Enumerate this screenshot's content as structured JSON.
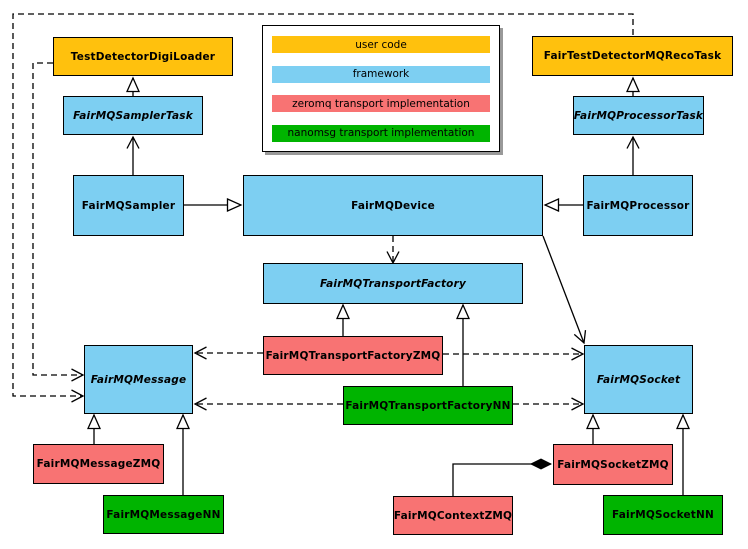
{
  "colors": {
    "user_code": "#FFC10D",
    "framework": "#7DCFF2",
    "zeromq": "#F87373",
    "nanomsg": "#00B400",
    "line": "#000000",
    "legend_shadow": "#999999"
  },
  "legend": {
    "items": [
      {
        "label": "user code",
        "category": "user_code"
      },
      {
        "label": "framework",
        "category": "framework"
      },
      {
        "label": "zeromq transport implementation",
        "category": "zeromq"
      },
      {
        "label": "nanomsg transport implementation",
        "category": "nanomsg"
      }
    ]
  },
  "nodes": {
    "testDetectorDigiLoader": {
      "label": "TestDetectorDigiLoader",
      "category": "user_code",
      "abstract": false
    },
    "fairTestDetectorMQRecoTask": {
      "label": "FairTestDetectorMQRecoTask",
      "category": "user_code",
      "abstract": false
    },
    "fairMQSamplerTask": {
      "label": "FairMQSamplerTask",
      "category": "framework",
      "abstract": true
    },
    "fairMQProcessorTask": {
      "label": "FairMQProcessorTask",
      "category": "framework",
      "abstract": true
    },
    "fairMQSampler": {
      "label": "FairMQSampler",
      "category": "framework",
      "abstract": false
    },
    "fairMQDevice": {
      "label": "FairMQDevice",
      "category": "framework",
      "abstract": false
    },
    "fairMQProcessor": {
      "label": "FairMQProcessor",
      "category": "framework",
      "abstract": false
    },
    "fairMQTransportFactory": {
      "label": "FairMQTransportFactory",
      "category": "framework",
      "abstract": true
    },
    "fairMQTransportFactoryZMQ": {
      "label": "FairMQTransportFactoryZMQ",
      "category": "zeromq",
      "abstract": false
    },
    "fairMQTransportFactoryNN": {
      "label": "FairMQTransportFactoryNN",
      "category": "nanomsg",
      "abstract": false
    },
    "fairMQMessage": {
      "label": "FairMQMessage",
      "category": "framework",
      "abstract": true
    },
    "fairMQMessageZMQ": {
      "label": "FairMQMessageZMQ",
      "category": "zeromq",
      "abstract": false
    },
    "fairMQMessageNN": {
      "label": "FairMQMessageNN",
      "category": "nanomsg",
      "abstract": false
    },
    "fairMQSocket": {
      "label": "FairMQSocket",
      "category": "framework",
      "abstract": true
    },
    "fairMQSocketZMQ": {
      "label": "FairMQSocketZMQ",
      "category": "zeromq",
      "abstract": false
    },
    "fairMQSocketNN": {
      "label": "FairMQSocketNN",
      "category": "nanomsg",
      "abstract": false
    },
    "fairMQContextZMQ": {
      "label": "FairMQContextZMQ",
      "category": "zeromq",
      "abstract": false
    }
  },
  "edges": [
    {
      "from": "FairMQSamplerTask",
      "to": "TestDetectorDigiLoader",
      "relation": "inheritance-hollow-triangle",
      "line": "solid"
    },
    {
      "from": "FairMQSampler",
      "to": "FairMQSamplerTask",
      "relation": "open-arrow",
      "line": "solid"
    },
    {
      "from": "FairMQSampler",
      "to": "FairMQDevice",
      "relation": "inheritance-hollow-triangle",
      "line": "solid"
    },
    {
      "from": "FairMQProcessor",
      "to": "FairMQDevice",
      "relation": "inheritance-hollow-triangle",
      "line": "solid"
    },
    {
      "from": "FairMQProcessorTask",
      "to": "FairTestDetectorMQRecoTask",
      "relation": "inheritance-hollow-triangle",
      "line": "solid"
    },
    {
      "from": "FairMQProcessor",
      "to": "FairMQProcessorTask",
      "relation": "open-arrow",
      "line": "solid"
    },
    {
      "from": "FairMQDevice",
      "to": "FairMQTransportFactory",
      "relation": "open-arrow",
      "line": "dashed"
    },
    {
      "from": "FairMQTransportFactoryZMQ",
      "to": "FairMQTransportFactory",
      "relation": "inheritance-hollow-triangle",
      "line": "solid"
    },
    {
      "from": "FairMQTransportFactoryNN",
      "to": "FairMQTransportFactory",
      "relation": "inheritance-hollow-triangle",
      "line": "solid"
    },
    {
      "from": "FairMQDevice",
      "to": "FairMQSocket",
      "relation": "open-arrow",
      "line": "solid"
    },
    {
      "from": "FairMQTransportFactoryZMQ",
      "to": "FairMQMessage",
      "relation": "open-arrow",
      "line": "dashed"
    },
    {
      "from": "FairMQTransportFactoryZMQ",
      "to": "FairMQSocket",
      "relation": "open-arrow",
      "line": "dashed"
    },
    {
      "from": "FairMQTransportFactoryNN",
      "to": "FairMQMessage",
      "relation": "open-arrow",
      "line": "dashed"
    },
    {
      "from": "FairMQTransportFactoryNN",
      "to": "FairMQSocket",
      "relation": "open-arrow",
      "line": "dashed"
    },
    {
      "from": "TestDetectorDigiLoader",
      "to": "FairMQMessage",
      "relation": "open-arrow",
      "line": "dashed"
    },
    {
      "from": "FairTestDetectorMQRecoTask",
      "to": "FairMQMessage",
      "relation": "open-arrow",
      "line": "dashed"
    },
    {
      "from": "FairMQMessageZMQ",
      "to": "FairMQMessage",
      "relation": "inheritance-hollow-triangle",
      "line": "solid"
    },
    {
      "from": "FairMQMessageNN",
      "to": "FairMQMessage",
      "relation": "inheritance-hollow-triangle",
      "line": "solid"
    },
    {
      "from": "FairMQSocketZMQ",
      "to": "FairMQSocket",
      "relation": "inheritance-hollow-triangle",
      "line": "solid"
    },
    {
      "from": "FairMQSocketNN",
      "to": "FairMQSocket",
      "relation": "inheritance-hollow-triangle",
      "line": "solid"
    },
    {
      "from": "FairMQContextZMQ",
      "to": "FairMQSocketZMQ",
      "relation": "composition-filled-diamond",
      "line": "solid"
    }
  ]
}
